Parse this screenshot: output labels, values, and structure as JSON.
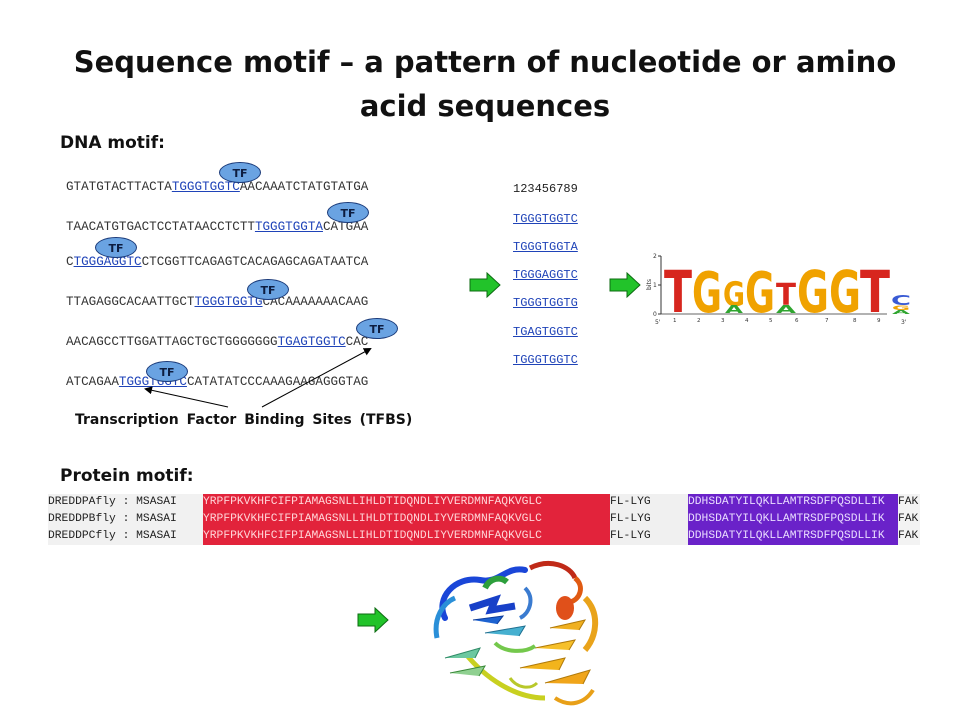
{
  "title": "Sequence motif – a pattern of nucleotide or amino acid sequences",
  "dna_heading": "DNA motif:",
  "protein_heading": "Protein motif:",
  "dna_sequences": [
    {
      "pre": "GTATGTACTTACTA",
      "site": "TGGGTGGTC",
      "post": "AACAAATCTATGTATGA"
    },
    {
      "pre": "TAACATGTGACTCCTATAACCTCTT",
      "site": "TGGGTGGTA",
      "post": "CATGAA"
    },
    {
      "pre": "C",
      "site": "TGGGAGGTC",
      "post": "CTCGGTTCAGAGTCACAGAGCAGATAATCA"
    },
    {
      "pre": "TTAGAGGCACAATTGCT",
      "site": "TGGGTGGTG",
      "post": "CACAAAAAAACAAG"
    },
    {
      "pre": "AACAGCCTTGGATTAGCTGCTGGGGGGG",
      "site": "TGAGTGGTC",
      "post": "CAC"
    },
    {
      "pre": "ATCAGAA",
      "site": "TGGGTGGTC",
      "post": "CATATATCCCAAAGAAGAGGGTAG"
    }
  ],
  "tf_label": "TF",
  "tfbs_caption": "Transcription Factor Binding Sites (TFBS)",
  "motif_index": "123456789",
  "motif_sites": [
    "TGGGTGGTC",
    "TGGGTGGTA",
    "TGGGAGGTC",
    "TGGGTGGTG",
    "TGAGTGGTC",
    "TGGGTGGTC"
  ],
  "logo": {
    "axis_label": "bits",
    "positions": [
      "1",
      "2",
      "3",
      "4",
      "5",
      "6",
      "7",
      "8",
      "9"
    ],
    "letters": [
      {
        "pos": 1,
        "stack": [
          {
            "char": "T",
            "color": "#d7261e"
          }
        ]
      },
      {
        "pos": 2,
        "stack": [
          {
            "char": "G",
            "color": "#f0a200"
          }
        ]
      },
      {
        "pos": 3,
        "stack": [
          {
            "char": "G",
            "color": "#f0a200"
          },
          {
            "char": "A",
            "color": "#2fa52f"
          }
        ]
      },
      {
        "pos": 4,
        "stack": [
          {
            "char": "G",
            "color": "#f0a200"
          }
        ]
      },
      {
        "pos": 5,
        "stack": [
          {
            "char": "T",
            "color": "#d7261e"
          },
          {
            "char": "A",
            "color": "#2fa52f"
          }
        ]
      },
      {
        "pos": 6,
        "stack": [
          {
            "char": "G",
            "color": "#f0a200"
          }
        ]
      },
      {
        "pos": 7,
        "stack": [
          {
            "char": "G",
            "color": "#f0a200"
          }
        ]
      },
      {
        "pos": 8,
        "stack": [
          {
            "char": "T",
            "color": "#d7261e"
          }
        ]
      },
      {
        "pos": 9,
        "stack": [
          {
            "char": "C",
            "color": "#3a5bd4"
          },
          {
            "char": "G",
            "color": "#f0a200"
          },
          {
            "char": "A",
            "color": "#2fa52f"
          }
        ]
      }
    ]
  },
  "protein_alignment": [
    {
      "name": "DREDDPAfly : MSASAI",
      "red": "YRPFPKVKHFCIFPIAMAGSNLLIHLDTIDQNDLIYVERDMNFAQKVGLC",
      "mid": "FL-LYG",
      "purple": "DDHSDATYILQKLLAMTRSDFPQSDLLIK",
      "end": "FAK"
    },
    {
      "name": "DREDDPBfly : MSASAI",
      "red": "YRPFPKVKHFCIFPIAMAGSNLLIHLDTIDQNDLIYVERDMNFAQKVGLC",
      "mid": "FL-LYG",
      "purple": "DDHSDATYILQKLLAMTRSDFPQSDLLIK",
      "end": "FAK"
    },
    {
      "name": "DREDDPCfly : MSASAI",
      "red": "YRPFPKVKHFCIFPIAMAGSNLLIHLDTIDQNDLIYVERDMNFAQKVGLC",
      "mid": "FL-LYG",
      "purple": "DDHSDATYILQKLLAMTRSDFPQSDLLIK",
      "end": "FAK"
    }
  ],
  "colors": {
    "site_blue": "#1f43b8",
    "tf_fill": "#6aa3e2",
    "arrow_green": "#22c32a",
    "align_red": "#e2233b",
    "align_purple": "#6a22c9"
  },
  "icons": [
    "green-arrow-icon",
    "tf-bubble",
    "sequence-logo",
    "protein-structure"
  ]
}
